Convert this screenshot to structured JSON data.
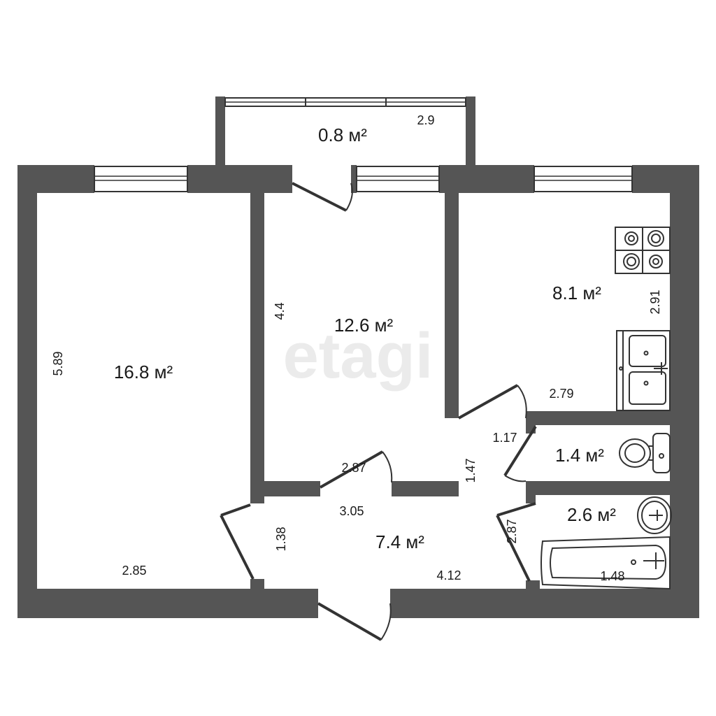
{
  "watermark": "etagi",
  "colors": {
    "wall": "#555555",
    "line": "#333333",
    "background": "#ffffff"
  },
  "rooms": [
    {
      "id": "balcony",
      "area": "0.8 м²"
    },
    {
      "id": "living-room",
      "area": "16.8 м²"
    },
    {
      "id": "bedroom",
      "area": "12.6 м²"
    },
    {
      "id": "kitchen",
      "area": "8.1 м²"
    },
    {
      "id": "toilet",
      "area": "1.4 м²"
    },
    {
      "id": "bathroom",
      "area": "2.6 м²"
    },
    {
      "id": "hallway",
      "area": "7.4 м²"
    }
  ],
  "dimensions": {
    "balcony_width": "2.9",
    "living_height": "5.89",
    "living_width": "2.85",
    "bedroom_height": "4.4",
    "bedroom_width": "2.87",
    "kitchen_height": "2.91",
    "kitchen_width": "2.79",
    "hall_passage_height": "1.47",
    "toilet_width": "1.17",
    "bath_height": "2.87",
    "bath_width": "1.48",
    "hall_width_top": "3.05",
    "hall_height": "1.38",
    "hall_width_bottom": "4.12"
  },
  "fixtures": [
    "stove-icon",
    "double-sink-icon",
    "toilet-icon",
    "washbasin-icon",
    "bathtub-icon"
  ]
}
